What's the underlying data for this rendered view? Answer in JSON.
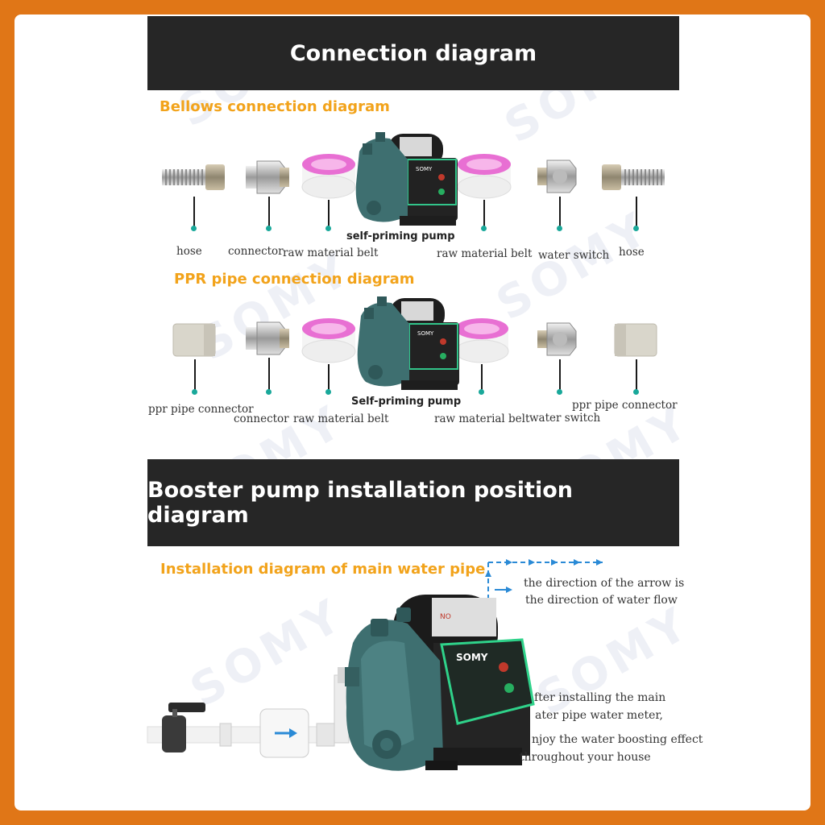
{
  "watermark": "SOMY",
  "header1": "Connection diagram",
  "bellows": {
    "title": "Bellows connection diagram",
    "pump_label": "self-priming pump",
    "labels": [
      "hose",
      "connector",
      "raw material belt",
      "raw material belt",
      "water switch",
      "hose"
    ]
  },
  "ppr": {
    "title": "PPR pipe connection diagram",
    "pump_label": "Self-priming pump",
    "labels": [
      "ppr pipe connector",
      "connector",
      "raw material belt",
      "raw material belt",
      "water switch",
      "ppr pipe connector"
    ]
  },
  "header2": "Booster pump installation position diagram",
  "main": {
    "title": "Installation diagram of main water pipe",
    "arrow_note_1": "the direction of the arrow is",
    "arrow_note_2": "the direction of water flow",
    "install_note_1": "fter installing the main",
    "install_note_2": "ater pipe water meter,",
    "install_note_3": "njoy the water boosting effect",
    "install_note_4": "throughout your house"
  },
  "pump_brand": "SOMY",
  "colors": {
    "frame": "#e07617",
    "banner": "#262626",
    "subtitle": "#f2a31b",
    "pump_body": "#3e6f70",
    "tape": "#e86fd3",
    "flow_arrow": "#2a8ad6"
  }
}
